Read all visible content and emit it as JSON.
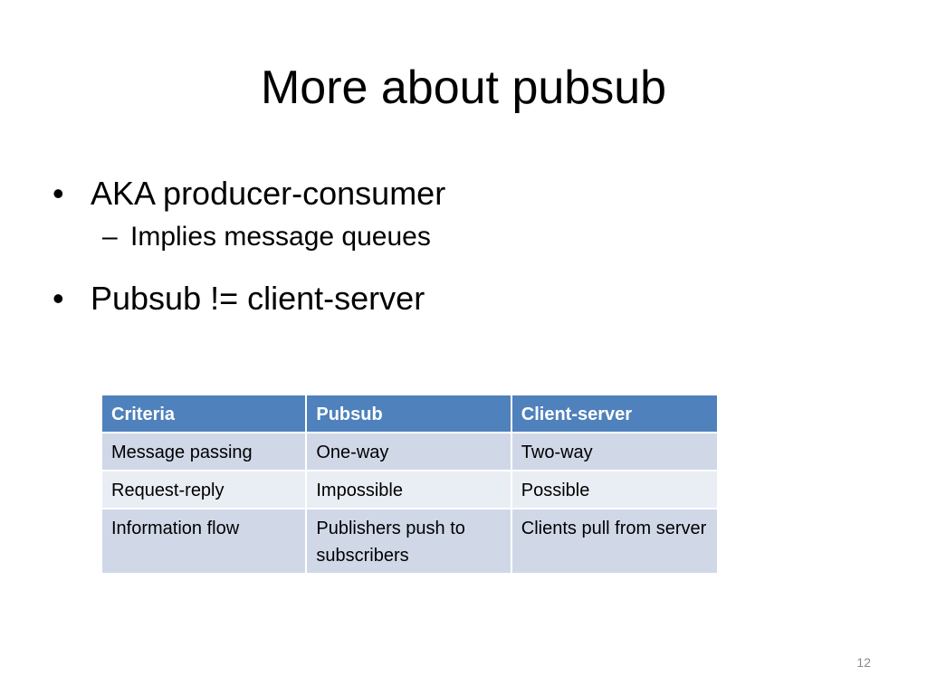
{
  "slide": {
    "title": "More about pubsub",
    "bullets": [
      {
        "text": "AKA producer-consumer",
        "sub": [
          "Implies message queues"
        ]
      },
      {
        "text": "Pubsub != client-server",
        "sub": []
      }
    ],
    "bullet_glyph": "•",
    "sub_glyph": "–",
    "page_number": "12"
  },
  "table": {
    "headers": [
      "Criteria",
      "Pubsub",
      "Client-server"
    ],
    "rows": [
      [
        "Message passing",
        "One-way",
        "Two-way"
      ],
      [
        "Request-reply",
        "Impossible",
        "Possible"
      ],
      [
        "Information flow",
        "Publishers push to subscribers",
        "Clients pull from server"
      ]
    ],
    "colors": {
      "header_bg": "#4f81bd",
      "row_dark": "#d0d8e8",
      "row_light": "#e9edf4"
    }
  }
}
